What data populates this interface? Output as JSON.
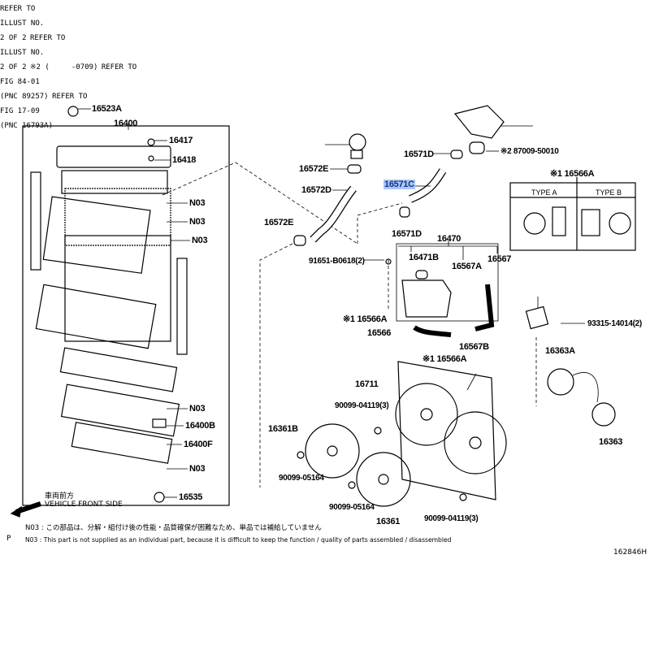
{
  "labels": {
    "p16523A": "16523A",
    "p16400": "16400",
    "p16417": "16417",
    "p16418": "16418",
    "n03": "N03",
    "p16400B": "16400B",
    "p16400F": "16400F",
    "p16535": "16535",
    "p16572E": "16572E",
    "p16572D": "16572D",
    "p16571D": "16571D",
    "p16571C": "16571C",
    "p87009": "※2 87009-50010",
    "p16566A_typ": "※1 16566A",
    "p16470": "16470",
    "note2": "※2 (     -0709)",
    "p91651": "91651-B0618(2)",
    "p16471B": "16471B",
    "p16567A": "16567A",
    "p16567": "16567",
    "p16566A": "※1 16566A",
    "p16566": "16566",
    "p16567B": "16567B",
    "p93315": "93315-14014(2)",
    "p16363A": "16363A",
    "p16711": "16711",
    "p90099_04119": "90099-04119(3)",
    "p16361B": "16361B",
    "p16363": "16363",
    "p90099_05164": "90099-05164",
    "p16361": "16361"
  },
  "refs": {
    "illust2": "REFER TO\nILLUST NO.\n2 OF 2",
    "fig84": "REFER TO\nFIG 84-01\n(PNC 89257)",
    "fig17": "REFER TO\nFIG 17-09\n(PNC 16793A)"
  },
  "clip_table": {
    "type_a": "TYPE A",
    "type_b": "TYPE B"
  },
  "direction": {
    "jp": "車両前方",
    "en": "VEHICLE FRONT SIDE"
  },
  "notes": {
    "jp": "N03 : この部品は、分解・組付け後の性能・品質確保が困難なため、単品では補給していません",
    "en": "N03 : This part is not supplied as an individual part, because it is difficult to keep the function / quality of parts assembled / disassembled",
    "p": "P"
  },
  "figure_id": "162846H",
  "colors": {
    "highlight": "#a9c8f5"
  }
}
